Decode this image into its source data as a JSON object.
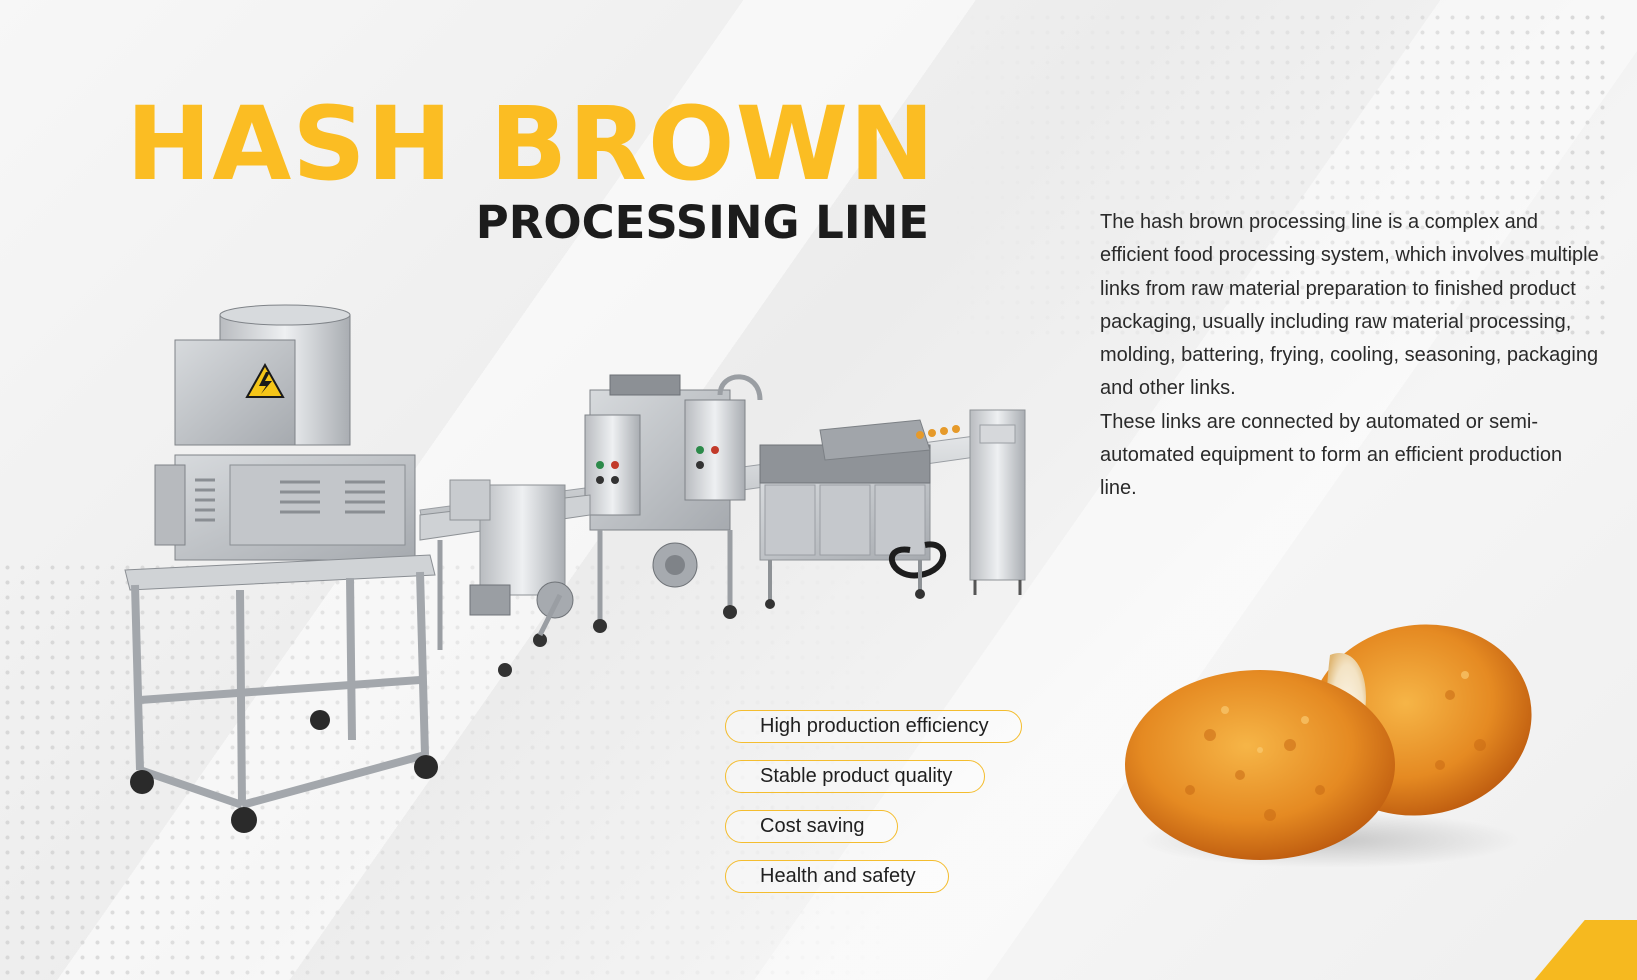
{
  "title": {
    "main": "HASH BROWN",
    "sub": "PROCESSING LINE"
  },
  "description": {
    "paragraph_1": "The hash brown processing line is a complex and efficient food processing system, which involves multiple links from raw material preparation to finished product packaging, usually including raw material processing, molding, battering, frying, cooling, seasoning, packaging and other links.",
    "paragraph_2": "These links are connected by automated or semi-automated equipment to form an efficient production line."
  },
  "features": [
    "High production efficiency",
    "Stable product quality",
    "Cost saving",
    "Health and safety"
  ],
  "colors": {
    "accent": "#fbbd23",
    "title_dark": "#1c1c1c",
    "pill_border": "#f4bd2f",
    "background": "#f2f2f2"
  },
  "images": {
    "machine": "hash-brown-processing-line-machine",
    "product": "fried-hash-brown-patties"
  },
  "icons": {
    "warning": "high-voltage-warning-icon"
  }
}
